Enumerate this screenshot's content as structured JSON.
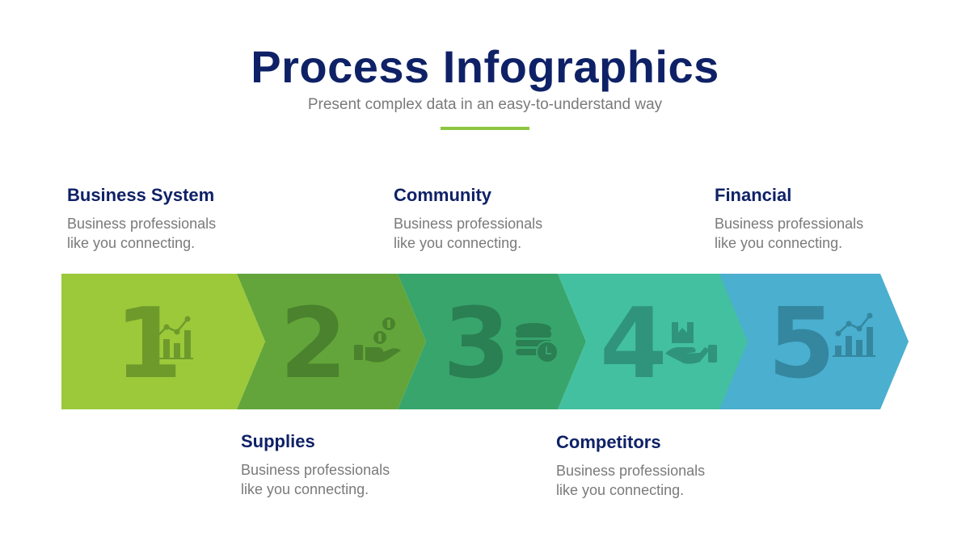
{
  "header": {
    "title": "Process Infographics",
    "subtitle": "Present complex data in an easy-to-understand way",
    "underline_color": "#8cc63f"
  },
  "steps": [
    {
      "number": "1",
      "title": "Business System",
      "description_line1": "Business professionals",
      "description_line2": "like you connecting.",
      "color": "#9bc93a",
      "number_color": "#6e9a2c",
      "icon": "bar-chart-trend-icon",
      "label_position": "top"
    },
    {
      "number": "2",
      "title": "Supplies",
      "description_line1": "Business professionals",
      "description_line2": "like you connecting.",
      "color": "#63a53a",
      "number_color": "#4a822d",
      "icon": "hand-coins-icon",
      "label_position": "bottom"
    },
    {
      "number": "3",
      "title": "Community",
      "description_line1": "Business professionals",
      "description_line2": "like you connecting.",
      "color": "#38a56c",
      "number_color": "#2a7f53",
      "icon": "database-clock-icon",
      "label_position": "top"
    },
    {
      "number": "4",
      "title": "Competitors",
      "description_line1": "Business professionals",
      "description_line2": "like you connecting.",
      "color": "#43c0a0",
      "number_color": "#2f947b",
      "icon": "hand-box-icon",
      "label_position": "bottom"
    },
    {
      "number": "5",
      "title": "Financial",
      "description_line1": "Business professionals",
      "description_line2": "like you connecting.",
      "color": "#4bafcf",
      "number_color": "#34879f",
      "icon": "bar-chart-trend-icon",
      "label_position": "top"
    }
  ]
}
